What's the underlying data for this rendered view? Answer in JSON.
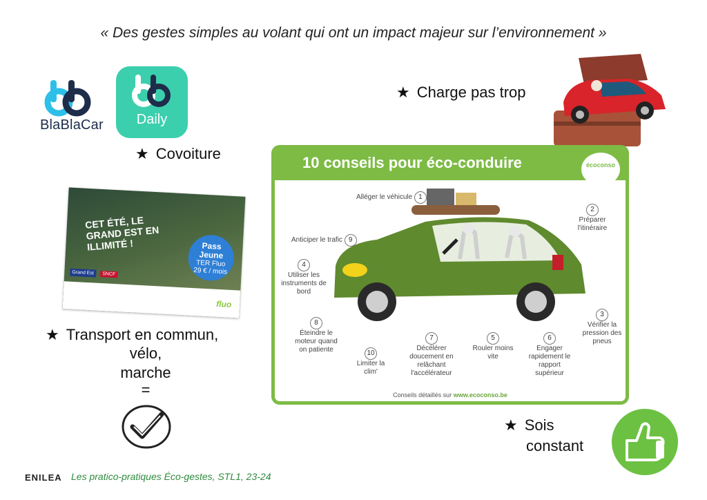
{
  "title": "« Des gestes simples au volant qui ont un impact majeur sur l’environnement »",
  "bullets": {
    "covoiture": "Covoiture",
    "charge": "Charge pas trop",
    "transport_line1": "Transport en commun,",
    "transport_line2": "vélo,",
    "transport_line3": "marche",
    "transport_line4": "=",
    "constant_line1": "Sois",
    "constant_line2": "constant",
    "star": "★"
  },
  "logos": {
    "blablacar": "BlaBlaCar",
    "daily": "Daily"
  },
  "ad": {
    "headline": "CET ÉTÉ, LE GRAND EST EN ILLIMITÉ !",
    "pass_line1": "Pass",
    "pass_line2": "Jeune",
    "pass_line3": "TER Fluo",
    "pass_price": "29 € / mois",
    "grandest": "Grand Est",
    "sncf": "SNCF",
    "fluo": "fluo"
  },
  "panel": {
    "title": "10 conseils pour éco-conduire",
    "badge": "écoconso",
    "footer_prefix": "Conseils détaillés sur",
    "footer_site": "www.ecoconso.be",
    "tips": [
      {
        "num": "1",
        "text": "Alléger le véhicule"
      },
      {
        "num": "2",
        "text": "Préparer l'itinéraire"
      },
      {
        "num": "3",
        "text": "Vérifier la pression des pneus"
      },
      {
        "num": "4",
        "text": "Utiliser les instruments de bord"
      },
      {
        "num": "5",
        "text": "Rouler moins vite"
      },
      {
        "num": "6",
        "text": "Engager rapidement le rapport supérieur"
      },
      {
        "num": "7",
        "text": "Décélérer doucement en relâchant l'accélérateur"
      },
      {
        "num": "8",
        "text": "Éteindre le moteur quand on patiente"
      },
      {
        "num": "9",
        "text": "Anticiper le trafic"
      },
      {
        "num": "10",
        "text": "Limiter la clim'"
      }
    ]
  },
  "footer": {
    "logo": "ENILEA",
    "text": "Les pratico-pratiques Éco-gestes, STL1, 23-24"
  },
  "colors": {
    "panel_green": "#7dbb44",
    "daily_teal": "#3ccfae",
    "thumb_green": "#6cc142",
    "car_green": "#5f8a2e",
    "footer_green": "#2e8b3c"
  }
}
